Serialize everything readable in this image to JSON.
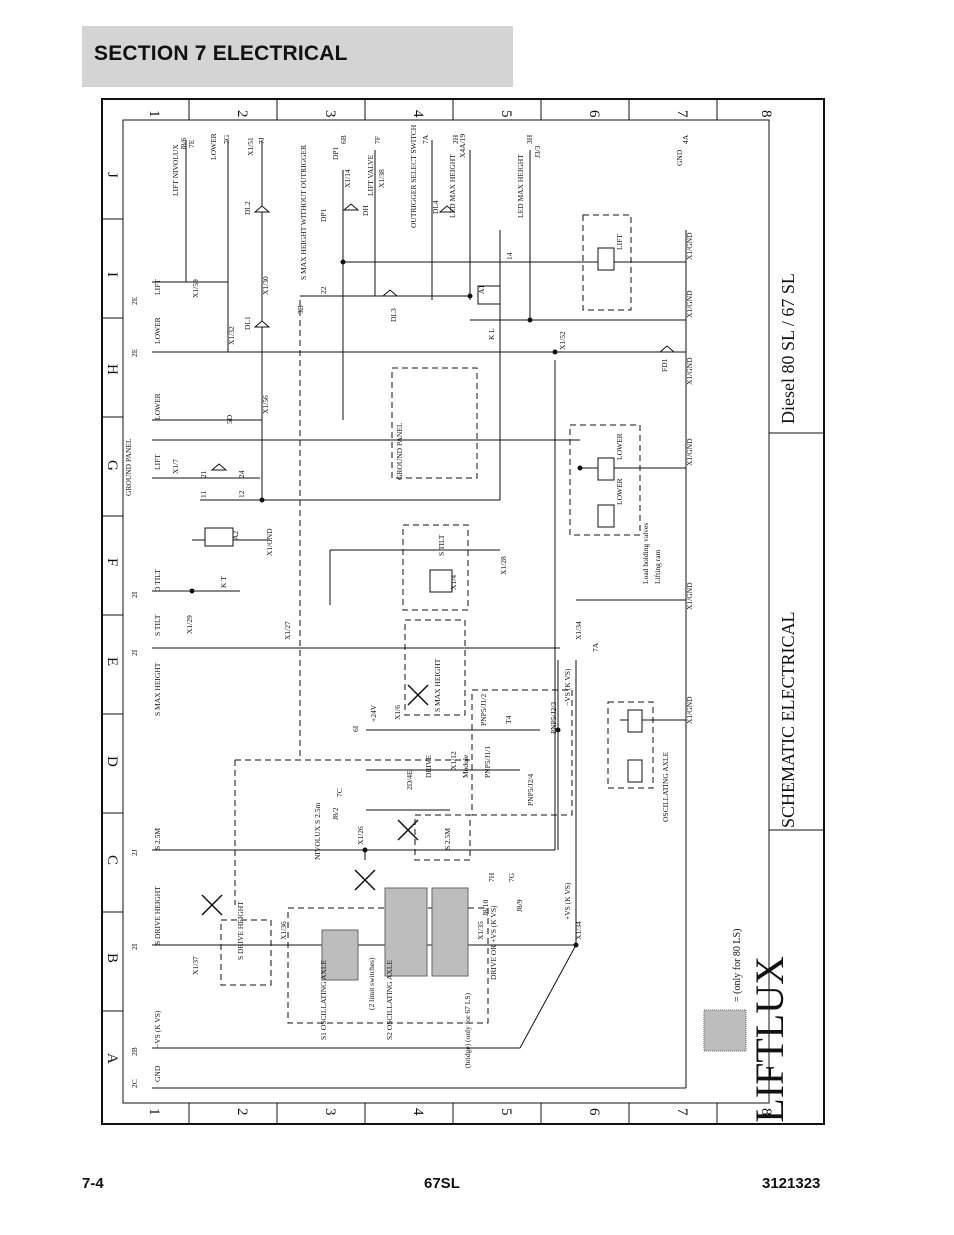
{
  "header": {
    "section_title": "SECTION 7   ELECTRICAL"
  },
  "schematic": {
    "grid_numbers": [
      "1",
      "2",
      "3",
      "4",
      "5",
      "6",
      "7",
      "8"
    ],
    "grid_letters": [
      "A",
      "B",
      "C",
      "D",
      "E",
      "F",
      "G",
      "H",
      "I",
      "J"
    ],
    "brand": "LIFTLUX",
    "title": "SCHEMATIC ELECTRICAL",
    "model": "Diesel  80 SL / 67 SL",
    "legend_note": "= (only for 80 LS)",
    "labels": {
      "lift_nivolux": "LIFT NIVOLUX",
      "lower": "LOWER",
      "x1_51": "X1/51",
      "s_max_height_without_outrigger": "S MAX HEIGHT WITHOUT OUTRIGGER",
      "lift_valve": "LIFT VALVE",
      "outrigger_select_switch": "OUTRIGGER SELECT SWITCH",
      "led_max_height_1": "LED MAX HEIGHT",
      "led_max_height_2": "LED MAX HEIGHT",
      "gnd_right": "GND",
      "lift_left": "LIFT",
      "lower_left": "LOWER",
      "ground_panel_left": "GROUND PANEL",
      "lift_g": "LIFT",
      "d_tilt": "D TILT",
      "s_tilt": "S TILT",
      "s_max_height": "S MAX HEIGHT",
      "s_2_5m": "S 2.5M",
      "s_drive_height": "S DRIVE HEIGHT",
      "minus_vs_k_vs": "−VS (K VS)",
      "gnd_left": "GND",
      "x1_59": "X1/59",
      "x1_32": "X1/32",
      "x1_30": "X1/30",
      "x1_56": "X1/56",
      "x1_7": "X1/7",
      "x1_gnd": "X1/GND",
      "x1_29": "X1/29",
      "x1_27": "X1/27",
      "x1_6": "X1/6",
      "x1_12": "X1/12",
      "x1_26": "X1/26",
      "x1_36": "X1/36",
      "x1_37": "X1/37",
      "x1_35": "X1/35",
      "x1_34": "X1/34",
      "x1_28": "X1/28",
      "x1_14": "X1/14",
      "x1_38": "X1/38",
      "x1_52": "X1/52",
      "dl1": "DL1",
      "dl2": "DL2",
      "dl3": "DL3",
      "dl4": "DL4",
      "k_t": "K T",
      "k_l": "K L",
      "ground_panel_center": "GROUND PANEL",
      "lift_box": "LIFT",
      "lower_box_1": "LOWER",
      "lower_box_2": "LOWER",
      "load_holding_valves": "Load holding valves",
      "lifting_ram": "Lifting ram",
      "s_tilt_box": "S TILT",
      "s_max_height_box": "S MAX HEIGHT",
      "plus_24v": "+24V",
      "drive": "DRIVE",
      "module": "Module",
      "t4": "T4",
      "pnp5_1_1": "PNP5/J1/1",
      "pnp5_1_2": "PNP5/J1/2",
      "pnp5_2_3": "PNP5/J2/3",
      "pnp5_2_4": "PNP5/J2/4",
      "minus_vs_k_vs_2": "−VS (K VS)",
      "oscillating_axle": "OSCILLATING AXLE",
      "nivolux_s25m": "NIVOLUX S 2.5m",
      "j8_2": "J8/2",
      "s_2_5m_box": "S 2.5M",
      "s_drive_height_box": "S DRIVE HEIGHT",
      "s1_oscillating_axle": "S1 OSCILLATING AXLE",
      "s2_oscillating_axle": "S2 OSCILLATING AXLE",
      "two_limit_switches": "(2 limit switches)",
      "bridge_only_67ls": "(bridge) (only for 67 LS)",
      "drive_or_vs": "DRIVE OR +VS (K VS)",
      "plus_vs_k_vs": "+VS (K VS)",
      "j8_10": "J8/10",
      "j8_9": "J8/9",
      "fd1": "FD1",
      "ref_7e": "7E",
      "ref_7g": "7G",
      "ref_7j": "7J",
      "ref_6b": "6B",
      "ref_7f": "7F",
      "ref_7a": "7A",
      "ref_2h": "2H",
      "ref_3h": "3H",
      "ref_4a": "4A",
      "ref_5d": "5D",
      "ref_6i": "6I",
      "ref_7c": "7C",
      "ref_7h": "7H",
      "ref_7g2": "7G",
      "ref_2b": "2B",
      "ref_2c": "2C",
      "ref_2d4e": "2D/4E",
      "ref_2e": "2E",
      "ref_2i": "2I",
      "ref_2j": "2J",
      "ref_3b": "3B",
      "ref_7a2": "7A",
      "x4a_19": "X4A/19",
      "j3_3": "J3/3",
      "j8_6": "J8/6",
      "dp1": "DP1",
      "dh": "DH",
      "x1_4": "X1/4",
      "term_11": "11",
      "term_12": "12",
      "term_14": "14",
      "term_21": "21",
      "term_22": "22",
      "term_24": "24",
      "term_a1": "A1",
      "term_a2": "A2"
    }
  },
  "footer": {
    "page": "7-4",
    "model": "67SL",
    "doc_number": "3121323"
  }
}
